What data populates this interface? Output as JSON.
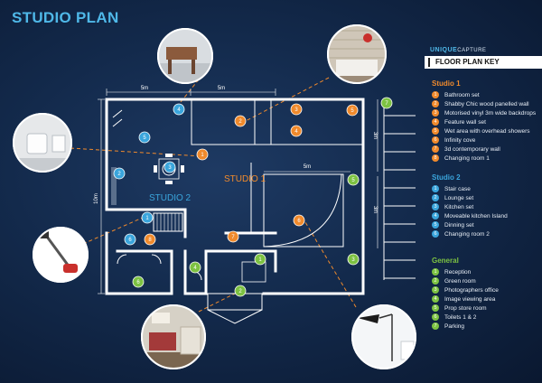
{
  "title": "STUDIO PLAN",
  "brand": {
    "logo_prefix": "UNIQUE",
    "logo_suffix": "CAPTURE"
  },
  "colors": {
    "orange": "#f08a2c",
    "blue": "#3aa5dc",
    "green": "#7dc242",
    "wall": "#ffffff"
  },
  "key": {
    "heading": "FLOOR PLAN KEY",
    "groups": [
      {
        "title": "Studio 1",
        "color": "#f08a2c",
        "title_color": "#f08a2c",
        "items": [
          "Bathroom set",
          "Shabby Chic wood panelled wall",
          "Motorised vinyl 3m wide backdrops",
          "Feature wall set",
          "Wet area with overhead showers",
          "Infinity cove",
          "3d contemporary wall",
          "Changing room 1"
        ]
      },
      {
        "title": "Studio 2",
        "color": "#3aa5dc",
        "title_color": "#3aa5dc",
        "items": [
          "Stair case",
          "Lounge set",
          "Kitchen set",
          "Moveable kitchen Island",
          "Dinning set",
          "Changing room 2"
        ]
      },
      {
        "title": "General",
        "color": "#7dc242",
        "title_color": "#7dc242",
        "items": [
          "Reception",
          "Green room",
          "Photographers office",
          "Image viewing area",
          "Prop store room",
          "Toilets 1 & 2",
          "Parking"
        ]
      }
    ]
  },
  "plan": {
    "studio1_label": "STUDIO 1",
    "studio2_label": "STUDIO 2",
    "dim_5m": "5m",
    "dim_10m": "10m",
    "dim_3m": "3m"
  },
  "markers": {
    "orange": [
      "1",
      "2",
      "3",
      "4",
      "5",
      "6",
      "7",
      "8"
    ],
    "blue": [
      "1",
      "2",
      "3",
      "4",
      "5",
      "6"
    ],
    "green": [
      "1",
      "2",
      "3",
      "4",
      "5",
      "6",
      "7"
    ]
  },
  "photos": [
    {
      "name": "photo-studio-view",
      "icon": "studio-photo"
    },
    {
      "name": "photo-shabby-chic-wall",
      "icon": "room-photo"
    },
    {
      "name": "photo-bathroom",
      "icon": "bathroom-photo"
    },
    {
      "name": "photo-vacuum",
      "icon": "props-photo"
    },
    {
      "name": "photo-green-room",
      "icon": "lounge-photo"
    },
    {
      "name": "photo-infinity-cove",
      "icon": "light-photo"
    }
  ]
}
